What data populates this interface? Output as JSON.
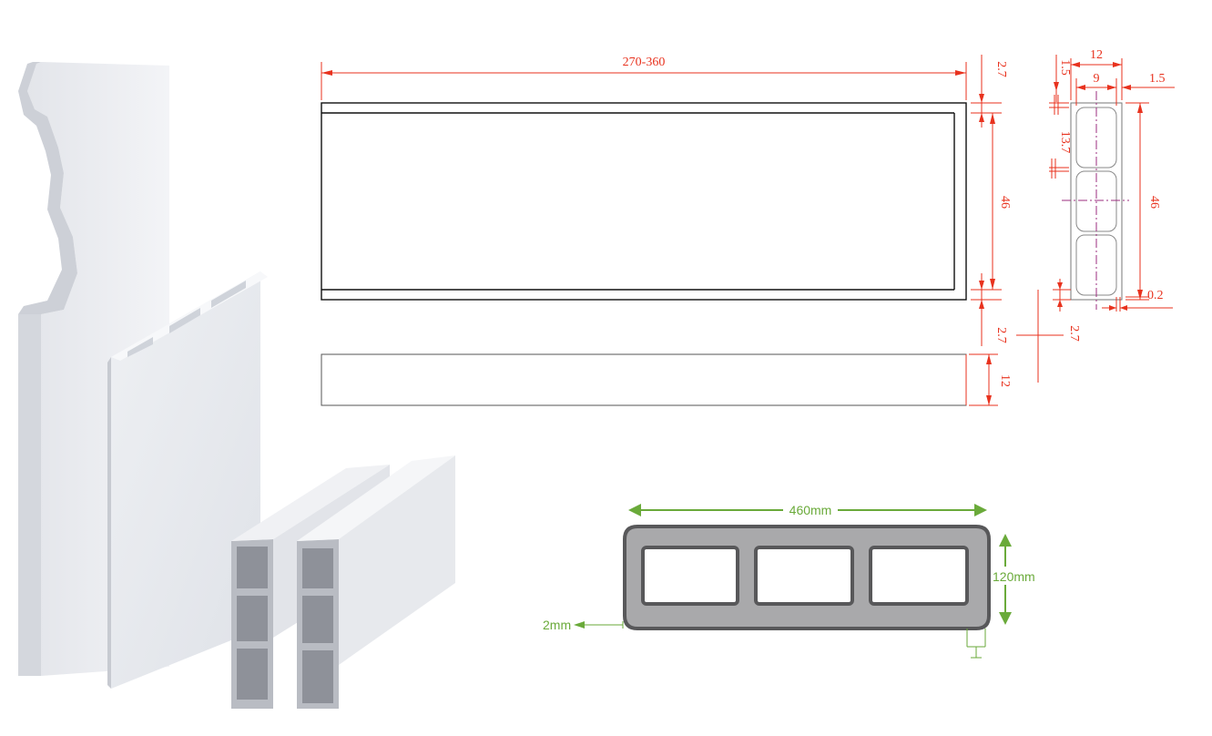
{
  "colors": {
    "dimension": "#e8321e",
    "outline": "#111111",
    "centerline": "#9b2d7f",
    "green": "#6aaa3a",
    "profile_fill": "#a9a9ab",
    "profile_stroke": "#58585a",
    "panel_light": "#eceef2",
    "panel_shade": "#c9ccd3"
  },
  "side_view": {
    "length_label": "270-360",
    "top_flange_label": "2.7",
    "height_label": "46",
    "bottom_flange_label": "2.7"
  },
  "top_view": {
    "thickness_label": "12"
  },
  "cross_section": {
    "width_label": "12",
    "inner_width_label": "9",
    "wall_label": "1.5",
    "left_wall_label": "1.5",
    "cell_label": "13.7",
    "height_label": "46",
    "gap_label": "0.2",
    "flange_label": "2.7"
  },
  "profile_drawing": {
    "width_label": "460mm",
    "height_label": "120mm",
    "wall_label": "2mm"
  }
}
